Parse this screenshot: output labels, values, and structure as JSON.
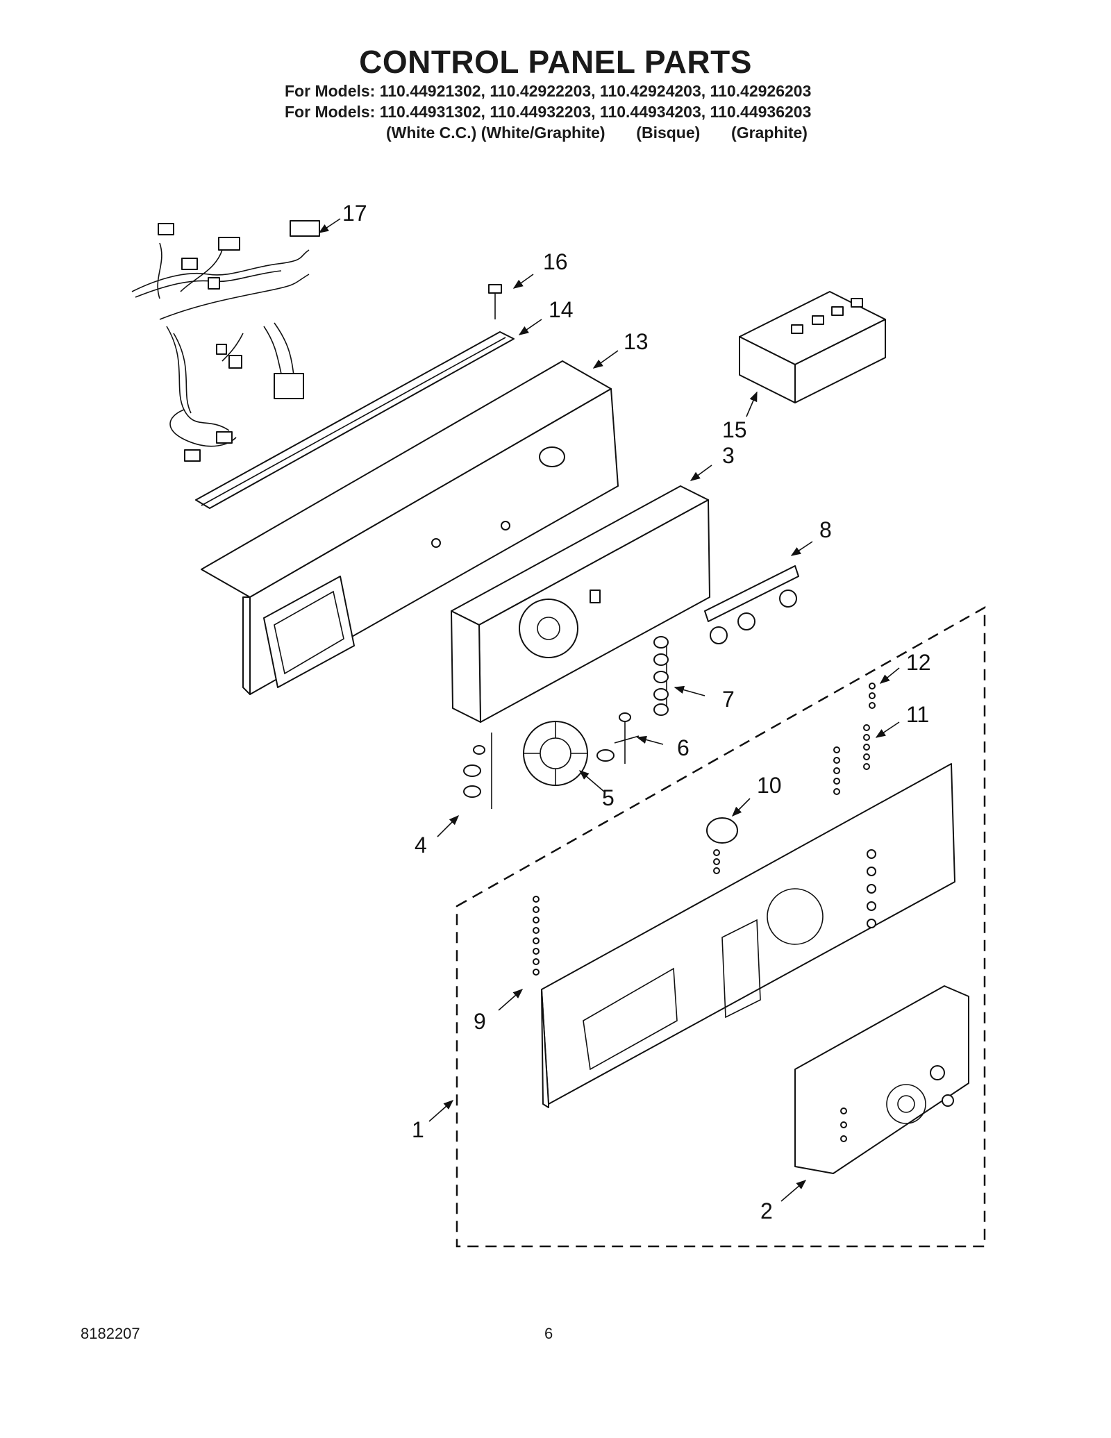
{
  "header": {
    "title": "CONTROL PANEL PARTS",
    "models_line_1": "For Models: 110.44921302, 110.42922203, 110.42924203, 110.42926203",
    "models_line_2": "For Models: 110.44931302, 110.44932203, 110.44934203, 110.44936203",
    "colors_line": "(White C.C.) (White/Graphite)       (Bisque)       (Graphite)"
  },
  "callouts": [
    "1",
    "2",
    "3",
    "4",
    "5",
    "6",
    "7",
    "8",
    "9",
    "10",
    "11",
    "12",
    "13",
    "14",
    "15",
    "16",
    "17"
  ],
  "footer": {
    "doc_number": "8182207",
    "page_number": "6"
  }
}
